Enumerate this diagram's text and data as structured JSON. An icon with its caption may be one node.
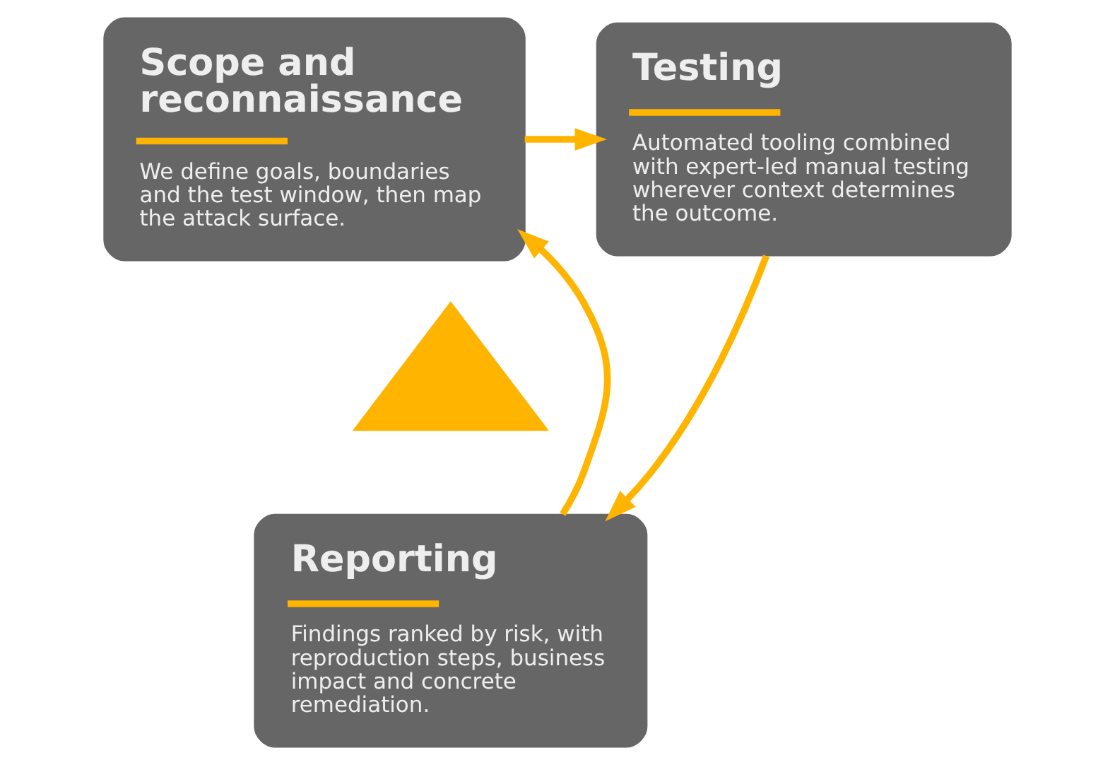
{
  "diagram": {
    "nodes": [
      {
        "text": [
          "Scope and reconnaissance",
          "We define goals, boundaries and the test window, then map the attack surface."
        ]
      },
      {
        "text": [
          "Testing",
          "Automated tooling combined with expert-led manual testing wherever context determines the outcome."
        ]
      },
      {
        "text": [],
        "shape": "triangle"
      },
      {
        "text": [
          "Reporting",
          "Findings ranked by risk, with reproduction steps, business impact and concrete remediation."
        ]
      }
    ],
    "edges": [
      {
        "from": 0,
        "to": 1,
        "arrow": "to"
      },
      {
        "from": 1,
        "to": 3,
        "arrow": "to"
      },
      {
        "from": 3,
        "to": 0,
        "arrow": "to"
      }
    ]
  }
}
